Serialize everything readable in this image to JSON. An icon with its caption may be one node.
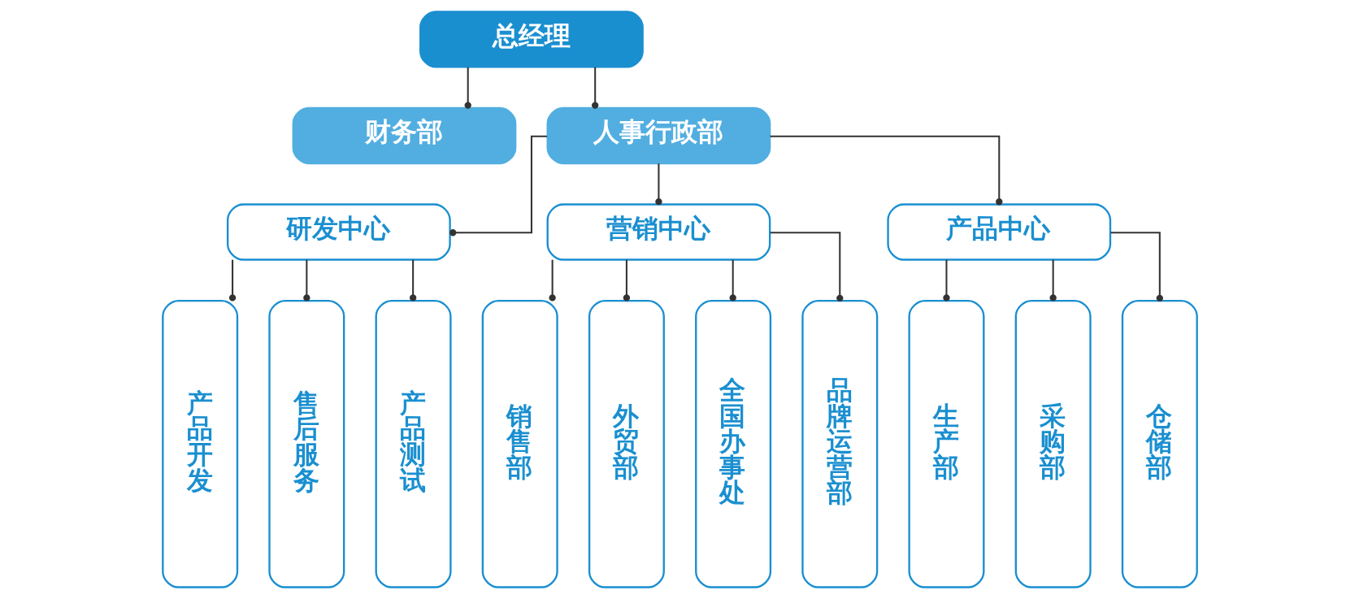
{
  "diagram": {
    "nodes": [
      {
        "text": [
          "总经理"
        ]
      },
      {
        "text": [
          "财务部"
        ]
      },
      {
        "text": [
          "人事行政部"
        ]
      },
      {
        "text": [
          "研发中心"
        ]
      },
      {
        "text": [
          "营销中心"
        ]
      },
      {
        "text": [
          "产品中心"
        ]
      },
      {
        "text": [
          "产品开发"
        ]
      },
      {
        "text": [
          "售后服务"
        ]
      },
      {
        "text": [
          "产品测试"
        ]
      },
      {
        "text": [
          "销售部"
        ]
      },
      {
        "text": [
          "外贸部"
        ]
      },
      {
        "text": [
          "全国办事处"
        ]
      },
      {
        "text": [
          "品牌运营部"
        ]
      },
      {
        "text": [
          "生产部"
        ]
      },
      {
        "text": [
          "采购部"
        ]
      },
      {
        "text": [
          "仓储部"
        ]
      }
    ],
    "edges": [
      {
        "from": 0,
        "to": 1,
        "arrow": "other"
      },
      {
        "from": 0,
        "to": 2,
        "arrow": "other"
      },
      {
        "from": 2,
        "to": 3,
        "arrow": "other"
      },
      {
        "from": 2,
        "to": 4,
        "arrow": "other"
      },
      {
        "from": 2,
        "to": 5,
        "arrow": "other"
      },
      {
        "from": 3,
        "to": 6,
        "arrow": "other"
      },
      {
        "from": 3,
        "to": 7,
        "arrow": "other"
      },
      {
        "from": 3,
        "to": 8,
        "arrow": "other"
      },
      {
        "from": 4,
        "to": 9,
        "arrow": "other"
      },
      {
        "from": 4,
        "to": 10,
        "arrow": "other"
      },
      {
        "from": 4,
        "to": 11,
        "arrow": "other"
      },
      {
        "from": 4,
        "to": 12,
        "arrow": "other"
      },
      {
        "from": 5,
        "to": 13,
        "arrow": "other"
      },
      {
        "from": 5,
        "to": 14,
        "arrow": "other"
      },
      {
        "from": 5,
        "to": 15,
        "arrow": "other"
      }
    ]
  }
}
